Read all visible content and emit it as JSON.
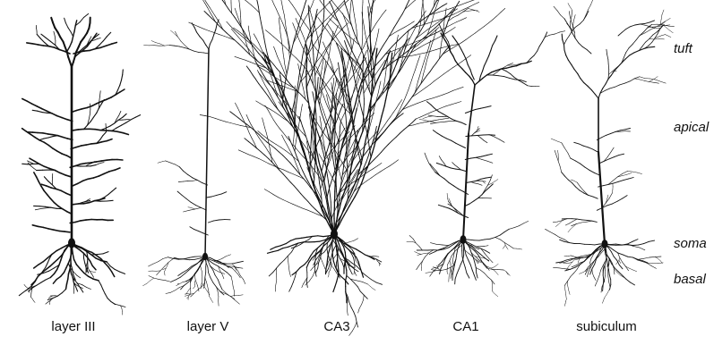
{
  "cells": [
    {
      "label": "layer III"
    },
    {
      "label": "layer V"
    },
    {
      "label": "CA3"
    },
    {
      "label": "CA1"
    },
    {
      "label": "subiculum"
    }
  ],
  "regions": [
    {
      "label": "tuft"
    },
    {
      "label": "apical"
    },
    {
      "label": "soma"
    },
    {
      "label": "basal"
    }
  ],
  "colors": {
    "ink": "#111111",
    "background": "#ffffff"
  }
}
